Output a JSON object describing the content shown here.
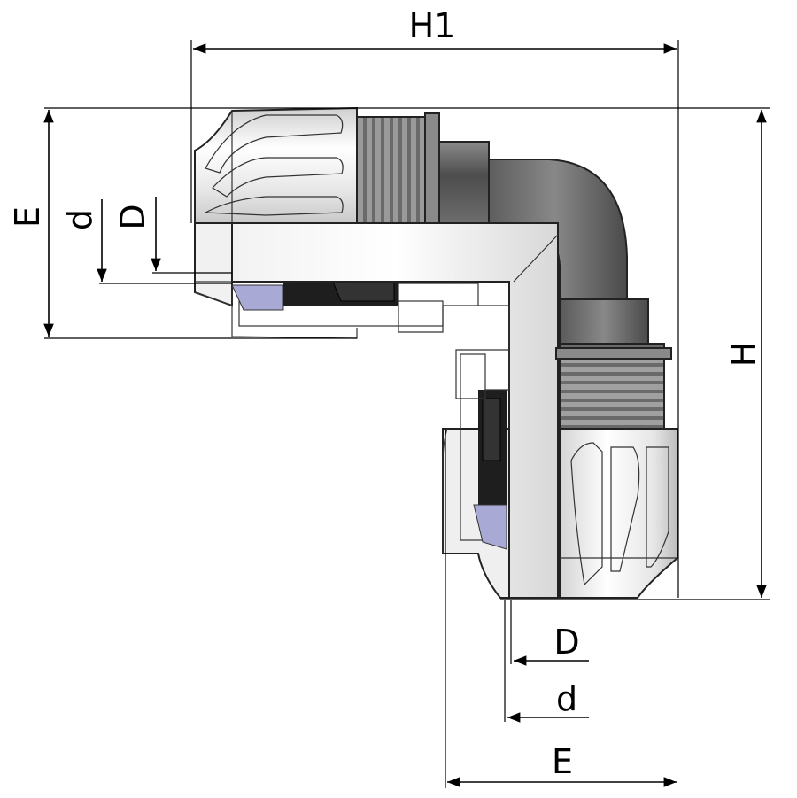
{
  "labels": {
    "h1": "H1",
    "h": "H",
    "e_left": "E",
    "d_left": "d",
    "D_left": "D",
    "D_bottom": "D",
    "d_bottom": "d",
    "e_bottom": "E"
  },
  "colors": {
    "body_light": "#e6e6e6",
    "body_mid": "#bdbdbd",
    "body_dark": "#5a5a5a",
    "seal_blue": "#a9a9d6",
    "clip_black": "#1e1e1e",
    "line": "#000000"
  }
}
